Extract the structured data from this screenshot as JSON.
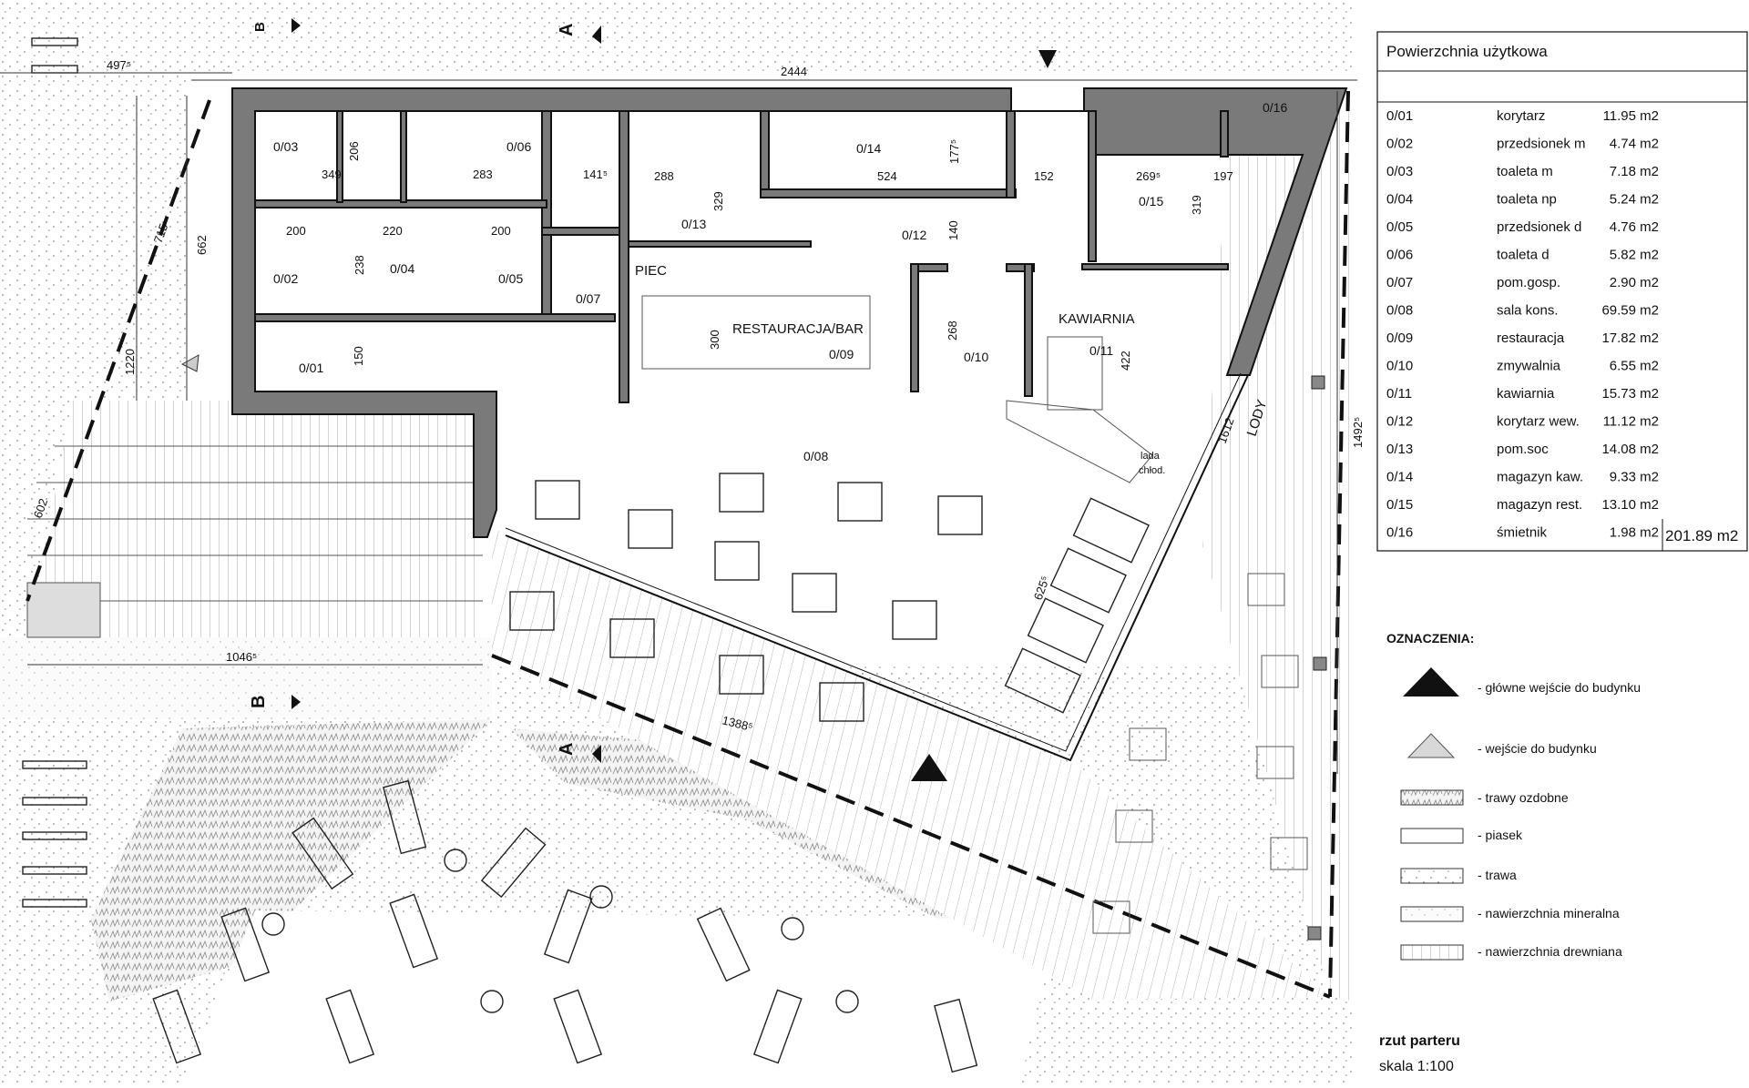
{
  "table": {
    "title": "Powierzchnia użytkowa",
    "rows": [
      {
        "code": "0/01",
        "name": "korytarz",
        "area": "11.95 m2"
      },
      {
        "code": "0/02",
        "name": "przedsionek m",
        "area": "4.74 m2"
      },
      {
        "code": "0/03",
        "name": "toaleta m",
        "area": "7.18 m2"
      },
      {
        "code": "0/04",
        "name": "toaleta np",
        "area": "5.24 m2"
      },
      {
        "code": "0/05",
        "name": "przedsionek d",
        "area": "4.76 m2"
      },
      {
        "code": "0/06",
        "name": "toaleta d",
        "area": "5.82 m2"
      },
      {
        "code": "0/07",
        "name": "pom.gosp.",
        "area": "2.90 m2"
      },
      {
        "code": "0/08",
        "name": "sala kons.",
        "area": "69.59 m2"
      },
      {
        "code": "0/09",
        "name": "restauracja",
        "area": "17.82 m2"
      },
      {
        "code": "0/10",
        "name": "zmywalnia",
        "area": "6.55 m2"
      },
      {
        "code": "0/11",
        "name": "kawiarnia",
        "area": "15.73 m2"
      },
      {
        "code": "0/12",
        "name": "korytarz wew.",
        "area": "11.12 m2"
      },
      {
        "code": "0/13",
        "name": "pom.soc",
        "area": "14.08 m2"
      },
      {
        "code": "0/14",
        "name": "magazyn kaw.",
        "area": "9.33 m2"
      },
      {
        "code": "0/15",
        "name": "magazyn rest.",
        "area": "13.10 m2"
      },
      {
        "code": "0/16",
        "name": "śmietnik",
        "area": "1.98 m2"
      }
    ],
    "total": "201.89 m2"
  },
  "legend": {
    "title": "OZNACZENIA:",
    "items": [
      {
        "label": "- główne wejście do budynku",
        "icon": "black-triangle-icon"
      },
      {
        "label": "- wejście do budynku",
        "icon": "grey-triangle-icon"
      },
      {
        "label": "- trawy ozdobne",
        "icon": "ornamental-grass-swatch-icon"
      },
      {
        "label": "- piasek",
        "icon": "sand-swatch-icon"
      },
      {
        "label": "- trawa",
        "icon": "grass-swatch-icon"
      },
      {
        "label": "- nawierzchnia mineralna",
        "icon": "mineral-surface-swatch-icon"
      },
      {
        "label": "- nawierzchnia drewniana",
        "icon": "wooden-surface-swatch-icon"
      }
    ]
  },
  "caption": {
    "title": "rzut parteru",
    "scale": "skala 1:100"
  },
  "rooms": [
    {
      "label": "0/01"
    },
    {
      "label": "0/02"
    },
    {
      "label": "0/03"
    },
    {
      "label": "0/04"
    },
    {
      "label": "0/05"
    },
    {
      "label": "0/06"
    },
    {
      "label": "0/07"
    },
    {
      "label": "0/08"
    },
    {
      "label": "0/09"
    },
    {
      "label": "0/10"
    },
    {
      "label": "0/11"
    },
    {
      "label": "0/12"
    },
    {
      "label": "0/13"
    },
    {
      "label": "0/14"
    },
    {
      "label": "0/15"
    },
    {
      "label": "0/16"
    }
  ],
  "room_names": {
    "restaurant": "RESTAURACJA/BAR",
    "cafe": "KAWIARNIA",
    "oven": "PIEC",
    "ice_cream": "LODY",
    "counter_line1": "lada",
    "counter_line2": "chłod."
  },
  "section_marks": {
    "b": "B",
    "a": "A"
  },
  "dimensions": [
    {
      "text": "2444"
    },
    {
      "text": "497⁵"
    },
    {
      "text": "349"
    },
    {
      "text": "206"
    },
    {
      "text": "283"
    },
    {
      "text": "141⁵"
    },
    {
      "text": "288"
    },
    {
      "text": "524"
    },
    {
      "text": "177⁵"
    },
    {
      "text": "152"
    },
    {
      "text": "269⁵"
    },
    {
      "text": "197"
    },
    {
      "text": "319"
    },
    {
      "text": "329"
    },
    {
      "text": "140"
    },
    {
      "text": "200"
    },
    {
      "text": "220"
    },
    {
      "text": "200"
    },
    {
      "text": "238"
    },
    {
      "text": "715"
    },
    {
      "text": "662"
    },
    {
      "text": "1220"
    },
    {
      "text": "150"
    },
    {
      "text": "300"
    },
    {
      "text": "268"
    },
    {
      "text": "422"
    },
    {
      "text": "1612"
    },
    {
      "text": "1492⁵"
    },
    {
      "text": "602"
    },
    {
      "text": "1046⁵"
    },
    {
      "text": "1388⁵"
    },
    {
      "text": "625⁵"
    }
  ]
}
